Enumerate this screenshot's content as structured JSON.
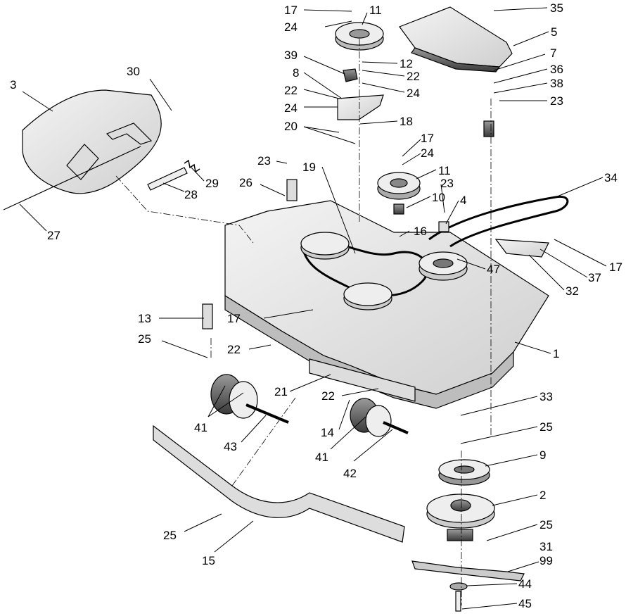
{
  "callouts": {
    "c1": "1",
    "c2": "2",
    "c3": "3",
    "c4": "4",
    "c5": "5",
    "c7": "7",
    "c8": "8",
    "c9": "9",
    "c10": "10",
    "c11a": "11",
    "c11b": "11",
    "c12": "12",
    "c13": "13",
    "c14": "14",
    "c15": "15",
    "c16": "16",
    "c17a": "17",
    "c17b": "17",
    "c17c": "17",
    "c17d": "17",
    "c18": "18",
    "c19": "19",
    "c20": "20",
    "c21": "21",
    "c22a": "22",
    "c22b": "22",
    "c22c": "22",
    "c22d": "22",
    "c23a": "23",
    "c23b": "23",
    "c23c": "23",
    "c24a": "24",
    "c24b": "24",
    "c24c": "24",
    "c24d": "24",
    "c25a": "25",
    "c25b": "25",
    "c25c": "25",
    "c25d": "25",
    "c26": "26",
    "c27": "27",
    "c28": "28",
    "c29": "29",
    "c30": "30",
    "c31": "31",
    "c32": "32",
    "c33": "33",
    "c34": "34",
    "c35": "35",
    "c36": "36",
    "c37": "37",
    "c38": "38",
    "c39": "39",
    "c41a": "41",
    "c41b": "41",
    "c42": "42",
    "c43": "43",
    "c44": "44",
    "c45": "45",
    "c47": "47",
    "c99": "99"
  }
}
